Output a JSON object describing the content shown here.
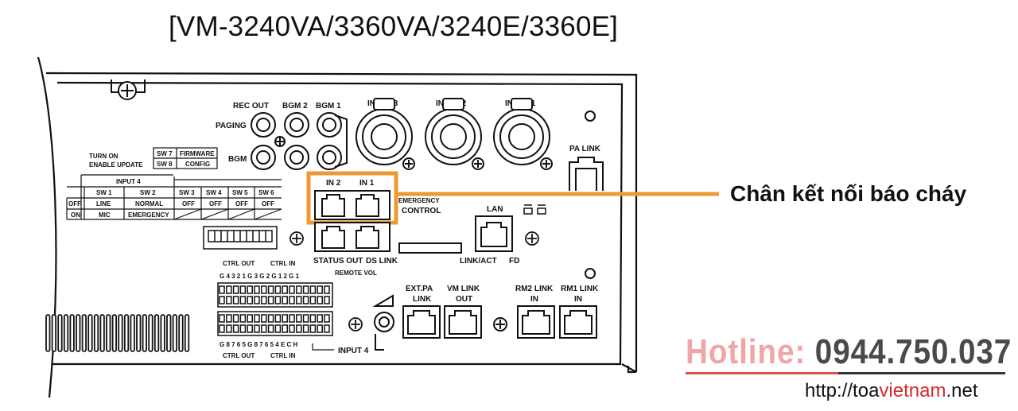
{
  "title": "[VM-3240VA/3360VA/3240E/3360E]",
  "callout": "Chân kết nối báo cháy",
  "hotline": {
    "label": "Hotline:",
    "number": "0944.750.037"
  },
  "url": {
    "prefix": "http://",
    "site": "toa",
    "highlight": "vietnam",
    "suffix": ".net"
  },
  "labels": {
    "rec_out": "REC OUT",
    "bgm2": "BGM 2",
    "bgm1": "BGM 1",
    "paging": "PAGING",
    "bgm": "BGM",
    "input3": "INPUT 3",
    "input2": "INPUT 2",
    "input1": "INPUT 1",
    "pa_link": "PA LINK",
    "turn_on": "TURN ON",
    "enable_update": "ENABLE UPDATE",
    "sw7": "SW 7",
    "firmware": "FIRMWARE",
    "sw8": "SW 8",
    "config": "CONFIG",
    "in2": "IN 2",
    "in1": "IN 1",
    "emergency": "EMERGENCY",
    "control": "CONTROL",
    "lan": "LAN",
    "status_out": "STATUS OUT",
    "ds_link": "DS LINK",
    "link_act": "LINK/ACT",
    "fd": "FD",
    "ctrl_out": "CTRL OUT",
    "ctrl_in": "CTRL IN",
    "remote_vol": "REMOTE VOL",
    "top_pins": "G 4 3 2 1 G 3 G 2 G 1 2 G 1",
    "bottom_pins": "G 8 7 6 5 G 8 7 6 5 4 E C H",
    "input4": "INPUT 4",
    "ext_pa": "EXT.PA",
    "link": "LINK",
    "vm_link": "VM LINK",
    "out": "OUT",
    "rm2_link": "RM2 LINK",
    "rm1_link": "RM1 LINK",
    "in": "IN"
  },
  "table": {
    "header": "INPUT 4",
    "cols": [
      "SW 1",
      "SW 2",
      "SW 3",
      "SW 4",
      "SW 5",
      "SW 6"
    ],
    "row1": [
      "OFF",
      "LINE",
      "NORMAL",
      "OFF",
      "OFF",
      "OFF",
      "OFF"
    ],
    "row2": [
      "ON",
      "MIC",
      "EMERGENCY"
    ]
  },
  "colors": {
    "highlight_box": "#ee9a33",
    "callout_line": "#ee9a33",
    "hotline_label": "#f0a6a6",
    "hotline_number": "#4a4a4a"
  }
}
